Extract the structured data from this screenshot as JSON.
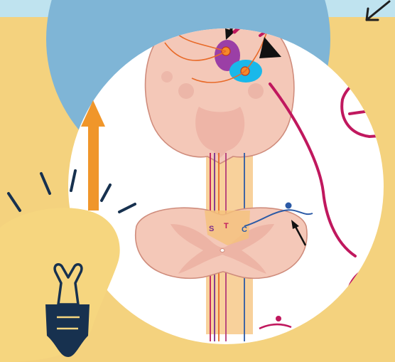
{
  "colors": {
    "background": "#f4d27e",
    "top_band": "#bfe3ef",
    "blue_circle": "#7fb5d6",
    "cream_blob": "#f6d67f",
    "arrow_orange": "#f0962a",
    "bulb_navy": "#17314f",
    "spinal_tissue": "#f4c8b8",
    "pathway_highlight": "#f5c27a",
    "nucleus_purple": "#9b3fa6",
    "nucleus_cyan": "#1ab8ea",
    "magenta_pen": "#c0185e",
    "orange_fiber": "#e86a28",
    "blue_fiber": "#2b5aa6"
  },
  "diagram": {
    "tract_labels": [
      "S",
      "T",
      "C"
    ]
  },
  "icons": [
    "up-arrow-icon",
    "light-bulb-icon",
    "arrowhead-pointer-icon",
    "sketch-arrow-icon"
  ]
}
